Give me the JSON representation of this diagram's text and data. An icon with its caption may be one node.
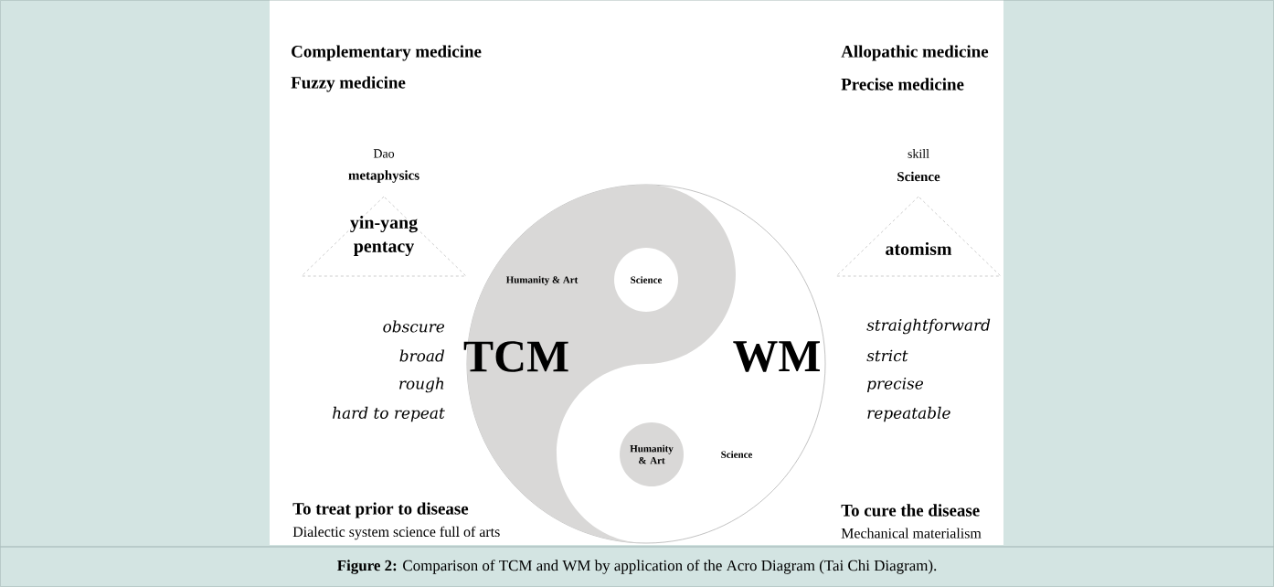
{
  "diagram": {
    "caption": "**Figure 2:** Comparison of TCM and WM by application of the Acro Diagram (Tai Chi Diagram).",
    "nodes": [
      {
        "text": [
          "yin-yang",
          "pentacy"
        ]
      },
      {
        "text": [
          "atomism"
        ]
      },
      {
        "text": [
          "Humanity & Art",
          "TCM",
          "WM",
          "Science"
        ]
      },
      {
        "text": [
          "Science"
        ],
        "in": 2
      },
      {
        "text": [
          "Humanity & Art"
        ],
        "in": 2
      }
    ],
    "labels": [
      "Complementary medicine",
      "Allopathic medicine",
      "Fuzzy medicine",
      "Precise medicine",
      "Dao",
      "skill",
      "metaphysics",
      "Science",
      "obscure",
      "straightforward",
      "broad",
      "strict",
      "rough",
      "precise",
      "hard to repeat",
      "repeatable",
      "To treat prior to disease",
      "To cure the disease",
      "Dialectic system science full of arts",
      "Mechanical materialism"
    ]
  }
}
